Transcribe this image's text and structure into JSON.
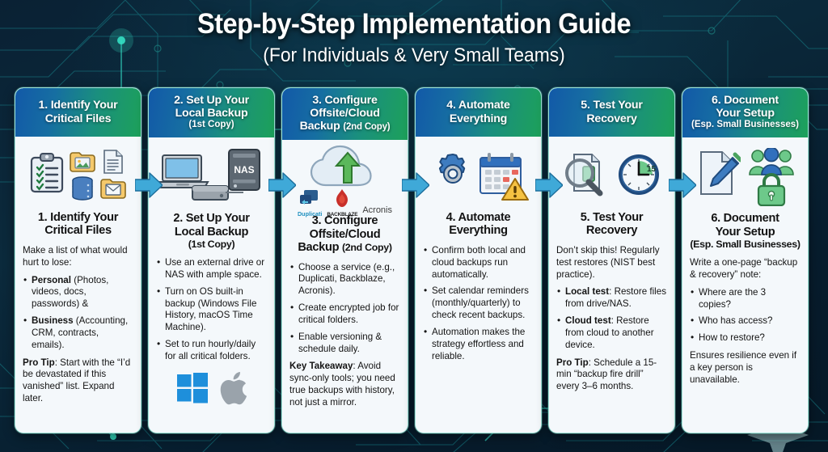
{
  "header": {
    "title": "Step-by-Step Implementation Guide",
    "subtitle": "(For Individuals & Very Small Teams)"
  },
  "theme": {
    "background_dark": "#0a2134",
    "circuit_accent": "#1f8f8a",
    "header_gradient_start": "#1259a8",
    "header_gradient_end": "#1da15a",
    "arrow_color": "#3fa9d8",
    "card_bg": "#f4f8fb",
    "card_border": "#9fe3d8"
  },
  "cards": [
    {
      "header_main": "1. Identify Your\nCritical Files",
      "header_sub": "",
      "title_main": "1. Identify Your\nCritical Files",
      "title_sub": "",
      "icons": [
        "clipboard-checklist-icon",
        "photo-folder-icon",
        "document-icon",
        "database-icon",
        "mail-folder-icon"
      ],
      "intro": "Make a list of what would hurt to lose:",
      "bullets": [
        {
          "lead": "Personal",
          "rest": " (Photos, videos, docs, passwords) &"
        },
        {
          "lead": "Business",
          "rest": " (Accounting, CRM, contracts, emails)."
        }
      ],
      "note_lead": "Pro Tip",
      "note_rest": ": Start with the “I’d be devastated if this vanished” list. Expand later.",
      "brands": []
    },
    {
      "header_main": "2. Set Up Your\nLocal Backup",
      "header_sub": "(1st Copy)",
      "title_main": "2. Set Up Your\nLocal Backup",
      "title_sub": "(1st Copy)",
      "icons": [
        "laptop-icon",
        "external-drive-icon",
        "nas-server-icon"
      ],
      "nas_label": "NAS",
      "intro": "",
      "bullets": [
        {
          "lead": "",
          "rest": "Use an external drive or NAS with ample space."
        },
        {
          "lead": "",
          "rest": "Turn on OS built-in backup (Windows File History, macOS Time Machine)."
        },
        {
          "lead": "",
          "rest": "Set to run hourly/daily for all critical folders."
        }
      ],
      "note_lead": "",
      "note_rest": "",
      "brands": [
        "windows-logo",
        "apple-logo"
      ]
    },
    {
      "header_main": "3. Configure\nOffsite/Cloud\nBackup",
      "header_sub": "(2nd Copy)",
      "title_main": "3. Configure\nOffsite/Cloud\nBackup",
      "title_sub": "(2nd Copy)",
      "icons": [
        "cloud-upload-icon"
      ],
      "intro": "",
      "bullets": [
        {
          "lead": "",
          "rest": "Choose a service (e.g., Duplicati, Backblaze, Acronis)."
        },
        {
          "lead": "",
          "rest": "Create encrypted job for critical folders."
        },
        {
          "lead": "",
          "rest": "Enable versioning & schedule daily."
        }
      ],
      "note_lead": "Key Takeaway",
      "note_rest": ": Avoid sync-only tools; you need true backups with history, not just a mirror.",
      "brands": [
        "Duplicati",
        "BACKBLAZE",
        "Acronis"
      ]
    },
    {
      "header_main": "4. Automate\nEverything",
      "header_sub": "",
      "title_main": "4. Automate\nEverything",
      "title_sub": "",
      "icons": [
        "gear-icon",
        "calendar-icon",
        "warning-triangle-icon"
      ],
      "intro": "",
      "bullets": [
        {
          "lead": "",
          "rest": "Confirm both local and cloud backups run automatically."
        },
        {
          "lead": "",
          "rest": "Set calendar reminders (monthly/quarterly) to check recent backups."
        },
        {
          "lead": "",
          "rest": "Automation makes the strategy effortless and reliable."
        }
      ],
      "note_lead": "",
      "note_rest": "",
      "brands": []
    },
    {
      "header_main": "5. Test Your\nRecovery",
      "header_sub": "",
      "title_main": "5. Test Your\nRecovery",
      "title_sub": "",
      "icons": [
        "magnifier-document-icon",
        "clock-icon"
      ],
      "clock_label": "15",
      "intro": "Don’t skip this! Regularly test restores (NIST best practice).",
      "bullets": [
        {
          "lead": "Local test",
          "rest": ": Restore files from drive/NAS."
        },
        {
          "lead": "Cloud test",
          "rest": ": Restore from cloud to another device."
        }
      ],
      "note_lead": "Pro Tip",
      "note_rest": ": Schedule a 15-min “backup fire drill” every 3–6 months.",
      "brands": []
    },
    {
      "header_main": "6. Document\nYour Setup",
      "header_sub": "(Esp. Small Businesses)",
      "title_main": "6. Document\nYour Setup",
      "title_sub": "(Esp. Small Businesses)",
      "icons": [
        "document-pencil-icon",
        "people-group-icon",
        "padlock-icon"
      ],
      "intro": "Write a one-page “backup & recovery” note:",
      "bullets": [
        {
          "lead": "",
          "rest": "Where are the 3 copies?"
        },
        {
          "lead": "",
          "rest": "Who has access?"
        },
        {
          "lead": "",
          "rest": "How to restore?"
        }
      ],
      "note_lead": "",
      "note_rest": "Ensures resilience even if a key person is unavailable.",
      "brands": []
    }
  ],
  "arrows": {
    "count": 5,
    "direction": "right"
  }
}
